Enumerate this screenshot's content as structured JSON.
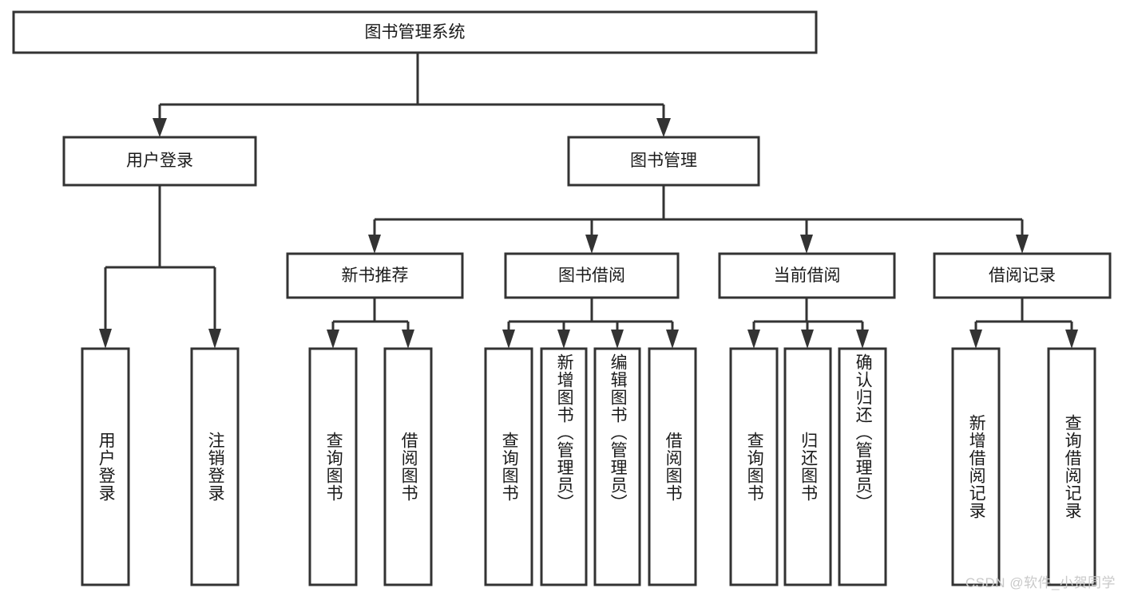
{
  "diagram": {
    "title": "图书管理系统",
    "type": "tree-hierarchy-diagram",
    "colors": {
      "box_stroke": "#333333",
      "box_fill": "#ffffff",
      "connector": "#333333",
      "text": "#1a1a1a",
      "watermark": "#c9c9c9",
      "background": "#ffffff"
    },
    "root": {
      "label": "图书管理系统"
    },
    "level2": [
      {
        "label": "用户登录"
      },
      {
        "label": "图书管理"
      }
    ],
    "level3": [
      {
        "label": "新书推荐"
      },
      {
        "label": "图书借阅"
      },
      {
        "label": "当前借阅"
      },
      {
        "label": "借阅记录"
      }
    ],
    "leaves": {
      "user_login": [
        {
          "label": "用户登录"
        },
        {
          "label": "注销登录"
        }
      ],
      "new_book_recommend": [
        {
          "label": "查询图书"
        },
        {
          "label": "借阅图书"
        }
      ],
      "book_borrow": [
        {
          "label": "查询图书"
        },
        {
          "label": "新增图书（管理员）"
        },
        {
          "label": "编辑图书（管理员）"
        },
        {
          "label": "借阅图书"
        }
      ],
      "current_borrow": [
        {
          "label": "查询图书"
        },
        {
          "label": "归还图书"
        },
        {
          "label": "确认归还（管理员）"
        }
      ],
      "borrow_records": [
        {
          "label": "新增借阅记录"
        },
        {
          "label": "查询借阅记录"
        }
      ]
    }
  },
  "watermark": {
    "text": "CSDN @软件_小贺同学"
  }
}
